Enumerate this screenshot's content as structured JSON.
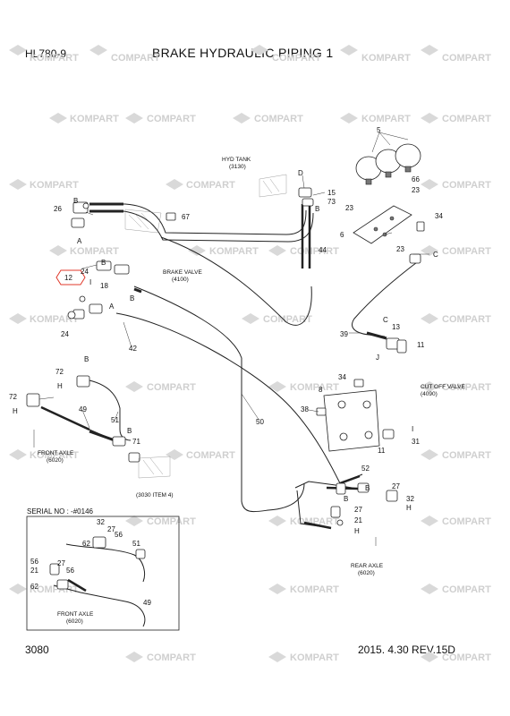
{
  "header": {
    "model": "HL780-9",
    "title": "BRAKE HYDRAULIC PIPING 1"
  },
  "footer": {
    "page_number": "3080",
    "revision": "2015. 4.30  REV.15D"
  },
  "watermark": {
    "brand_a": "KOMPART",
    "brand_b": "COMPART"
  },
  "callouts": {
    "hyd_tank": "HYD TANK",
    "hyd_tank_ref": "(3130)",
    "brake_valve": "BRAKE VALVE",
    "brake_valve_ref": "(4100)",
    "cut_off_valve": "CUT OFF VALVE",
    "cut_off_valve_ref": "(4090)",
    "front_axle": "FRONT AXLE",
    "front_axle_ref": "(6020)",
    "rear_axle": "REAR AXLE",
    "rear_axle_ref": "(6020)",
    "item4_ref": "(3030 ITEM 4)",
    "serial": "SERIAL NO : -#0146",
    "inset_front_axle": "FRONT AXLE",
    "inset_front_axle_ref": "(6020)"
  },
  "part_numbers": {
    "p5": "5",
    "p66": "66",
    "p23a": "23",
    "p23b": "23",
    "p23c": "23",
    "p34a": "34",
    "p6": "6",
    "pC1": "C",
    "pD": "D",
    "p15": "15",
    "p73": "73",
    "pBtank": "B",
    "p44": "44",
    "p67": "67",
    "pB1": "B",
    "p26": "26",
    "pA1": "A",
    "p12": "12",
    "p24a": "24",
    "p24b": "24",
    "p18": "18",
    "pI1": "I",
    "pB2": "B",
    "pA2": "A",
    "p42": "42",
    "p39": "39",
    "pC2": "C",
    "p13": "13",
    "p11a": "11",
    "pJ": "J",
    "p34b": "34",
    "p8": "8",
    "p38": "38",
    "p11b": "11",
    "p31": "31",
    "pI2": "I",
    "pB3": "B",
    "p72a": "72",
    "pH1": "H",
    "p72b": "72",
    "pH2": "H",
    "p49": "49",
    "p51": "51",
    "pB4": "B",
    "p71": "71",
    "p50": "50",
    "p52": "52",
    "pB5": "B",
    "p27a": "27",
    "p21a": "21",
    "pB6": "B",
    "pH3": "H",
    "p32a": "32",
    "pH4": "H",
    "p32b": "32",
    "p27b": "27",
    "p56a": "56",
    "p62a": "62",
    "p51b": "51",
    "p56b": "56",
    "p21b": "21",
    "p27c": "27",
    "p56c": "56",
    "p62b": "62",
    "p49b": "49"
  }
}
